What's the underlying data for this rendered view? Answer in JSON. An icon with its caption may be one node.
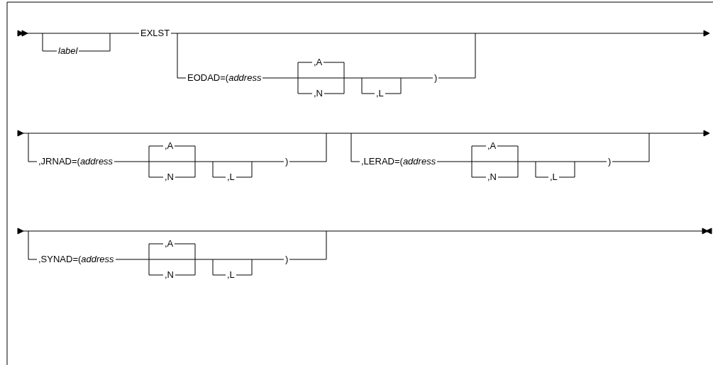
{
  "diagram": {
    "labels": [
      "label",
      "EXLST",
      "EODAD=(*address*",
      ",A",
      ",N",
      ",L",
      ")",
      ",JRNAD=(*address*",
      ",A",
      ",N",
      ",L",
      ")",
      ",LERAD=(*address*",
      ",A",
      ",N",
      ",L",
      ")",
      ",SYNAD=(*address*",
      ",A",
      ",N",
      ",L",
      ")"
    ]
  }
}
